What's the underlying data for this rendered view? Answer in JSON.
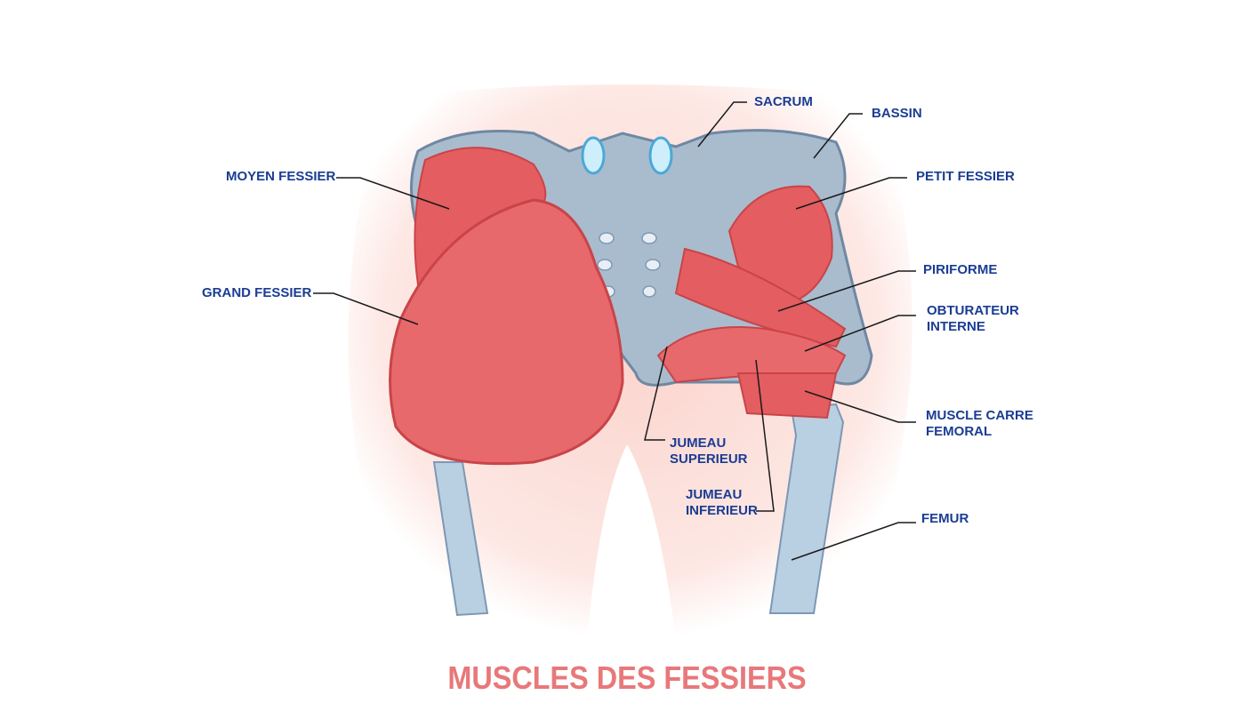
{
  "title": "MUSCLES DES FESSIERS",
  "labels": {
    "sacrum": "SACRUM",
    "bassin": "BASSIN",
    "moyen_fessier": "MOYEN FESSIER",
    "petit_fessier": "PETIT FESSIER",
    "grand_fessier": "GRAND FESSIER",
    "piriforme": "PIRIFORME",
    "obturateur_1": "OBTURATEUR",
    "obturateur_2": "INTERNE",
    "carre_1": "MUSCLE CARRE",
    "carre_2": "FEMORAL",
    "jumeau_sup_1": "JUMEAU",
    "jumeau_sup_2": "SUPERIEUR",
    "jumeau_inf_1": "JUMEAU",
    "jumeau_inf_2": "INFERIEUR",
    "femur": "FEMUR"
  },
  "colors": {
    "label": "#1b3c93",
    "title": "#e8787a",
    "muscle": "#e0575a",
    "bone": "#a9bccd",
    "skin": "#fde4df"
  }
}
